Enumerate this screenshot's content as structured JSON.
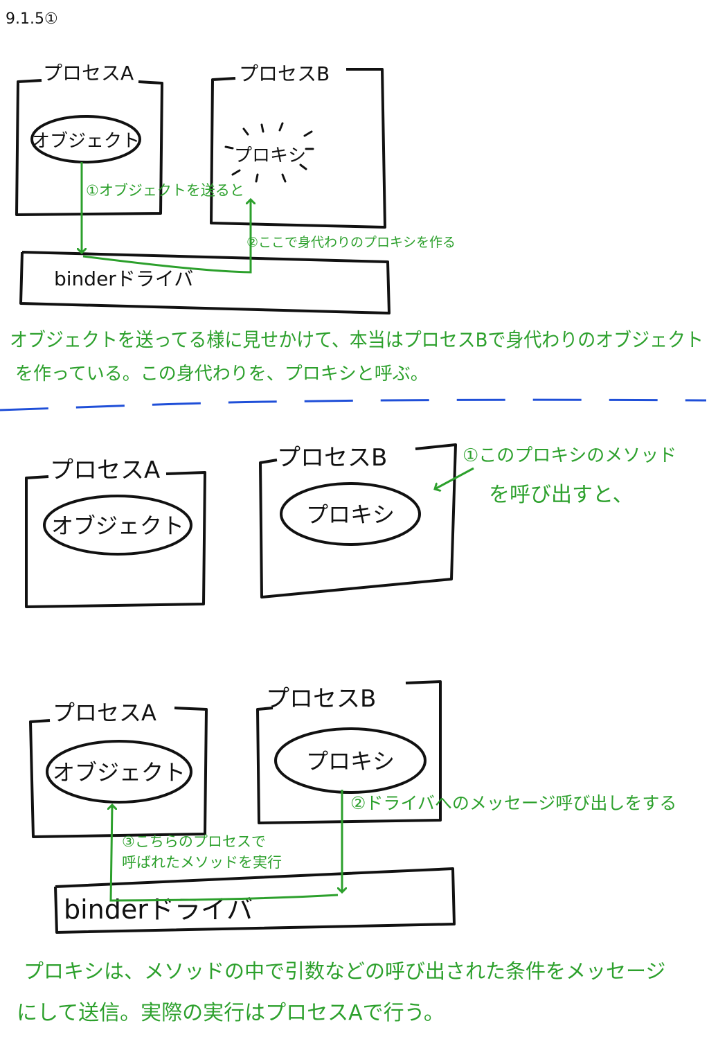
{
  "page": {
    "date": "9.1.5①"
  },
  "colors": {
    "ink": "#111111",
    "green": "#2ca02c",
    "blue": "#1f4fd8"
  },
  "section1": {
    "process_a": "プロセスA",
    "process_b": "プロセスB",
    "object": "オブジェクト",
    "proxy": "プロキシ",
    "binder_driver": "binderドライバ",
    "step1": "①オブジェクトを送ると",
    "step2": "②ここで身代わりのプロキシを作る",
    "note_line1": "オブジェクトを送ってる様に見せかけて、本当はプロセスBで身代わりのオブジェクト",
    "note_line2": "を作っている。この身代わりを、プロキシと呼ぶ。"
  },
  "section2": {
    "process_a": "プロセスA",
    "process_b": "プロセスB",
    "object": "オブジェクト",
    "proxy": "プロキシ",
    "step1_line1": "①このプロキシのメソッド",
    "step1_line2": "を呼び出すと、"
  },
  "section3": {
    "process_a": "プロセスA",
    "process_b": "プロセスB",
    "object": "オブジェクト",
    "proxy": "プロキシ",
    "binder_driver": "binderドライバ",
    "step2": "②ドライバへのメッセージ呼び出しをする",
    "step3_line1": "③こちらのプロセスで",
    "step3_line2": "呼ばれたメソッドを実行",
    "note_line1": "プロキシは、メソッドの中で引数などの呼び出された条件をメッセージ",
    "note_line2": "にして送信。実際の実行はプロセスAで行う。"
  }
}
